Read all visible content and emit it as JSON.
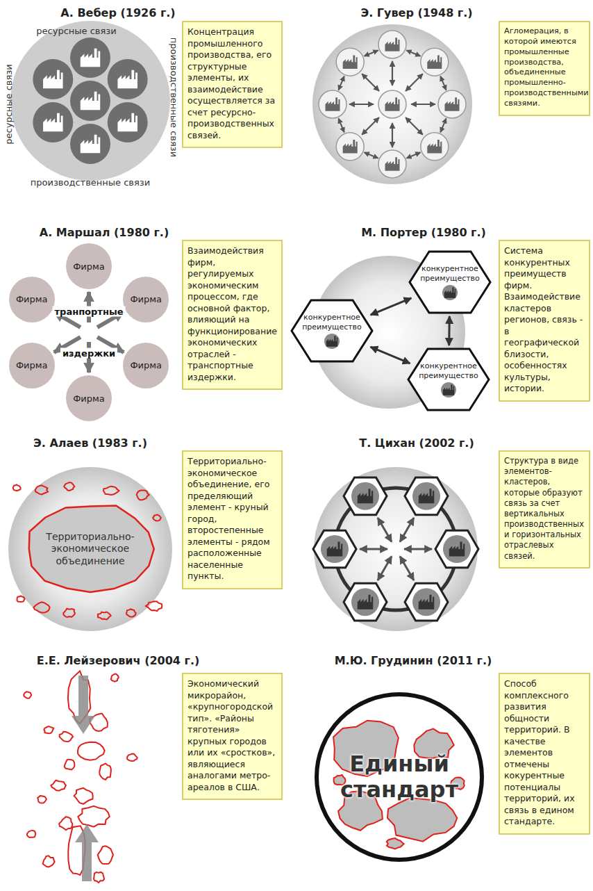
{
  "diagram": {
    "nodes": [
      {
        "text": [
          "Концентрация промышленного производства, его структурные элементы, их взаимодействие осуществляется за счет ресурсно-производственных связей."
        ]
      },
      {
        "text": [
          "Агломерация, в которой имеются промышленные производства, объединенные промышленно-производственными связями."
        ]
      },
      {
        "text": [
          "Фирма"
        ]
      },
      {
        "text": [
          "Фирма"
        ]
      },
      {
        "text": [
          "Фирма"
        ]
      },
      {
        "text": [
          "Фирма"
        ]
      },
      {
        "text": [
          "Фирма"
        ]
      },
      {
        "text": [
          "Фирма"
        ]
      },
      {
        "text": [
          "Взаимодействия фирм, регулируемых экономическим процессом, где основной фактор, влияющий на функционирование экономических отраслей - транспортные издержки."
        ]
      },
      {
        "text": [
          "конкурентное преимущество"
        ]
      },
      {
        "text": [
          "конкурентное преимущество"
        ]
      },
      {
        "text": [
          "конкурентное преимущество"
        ]
      },
      {
        "text": [
          "Система конкурентных преимуществ фирм. Взаимодействие кластеров регионов, связь - в географической близости, особенностях культуры, истории."
        ]
      },
      {
        "text": [
          "Территориально-экономическое объединение"
        ]
      },
      {
        "text": [
          "Территориально-экономическое объединение, его пределяющий элемент - круный город, второстепенные элементы - рядом расположенные населенные пункты."
        ]
      },
      {
        "text": [
          "Структура в виде элементов-кластеров, которые образуют связь за счет вертикальных производственных и горизонтальных отраслевых связей."
        ]
      },
      {
        "text": [
          "Экономический микрорайон, «крупногородской тип». «Районы тяготения» крупных городов или их «сростков», являющиеся аналогами метро-ареалов в США."
        ]
      },
      {
        "text": [
          "Единый стандарт"
        ]
      },
      {
        "text": [
          "Способ комплексного развития общности территорий. В качестве элементов отмечены кокурентные потенциалы территорий, их связь в едином стандарте."
        ]
      }
    ],
    "edges": [
      {
        "from": 9,
        "to": 10,
        "arrow": "both"
      },
      {
        "from": 9,
        "to": 11,
        "arrow": "both"
      },
      {
        "from": 10,
        "to": 11,
        "arrow": "both"
      }
    ],
    "labels": [
      "А. Вебер (1926 г.)",
      "ресурсные связи",
      "ресурсные связи",
      "производственные связи",
      "производственные связи",
      "Э. Гувер (1948 г.)",
      "А. Маршал (1980 г.)",
      "транпортные",
      "издержки",
      "М. Портер (1980 г.)",
      "Э. Алаев (1983 г.)",
      "Т. Цихан (2002 г.)",
      "Е.Е. Лейзерович (2004 г.)",
      "М.Ю. Грудинин (2011 г.)"
    ]
  }
}
